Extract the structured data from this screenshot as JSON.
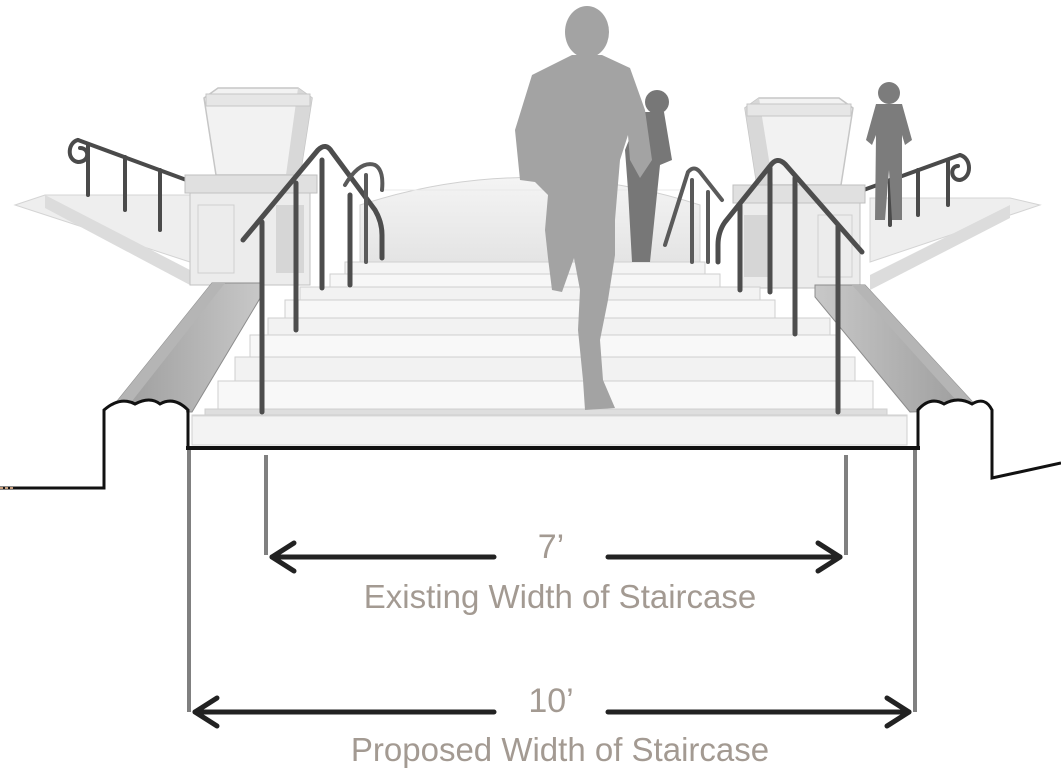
{
  "dimensions": {
    "existing": {
      "value": "7’",
      "label": "Existing Width of Staircase"
    },
    "proposed": {
      "value": "10’",
      "label": "Proposed Width of Staircase"
    }
  },
  "colors": {
    "dimension_line": "#222222",
    "extension_line": "#808080",
    "dimension_text": "#a39a92",
    "silhouette": "#a0a0a0",
    "handrail": "#4a4a4a",
    "stone": "#d9d9d9"
  }
}
